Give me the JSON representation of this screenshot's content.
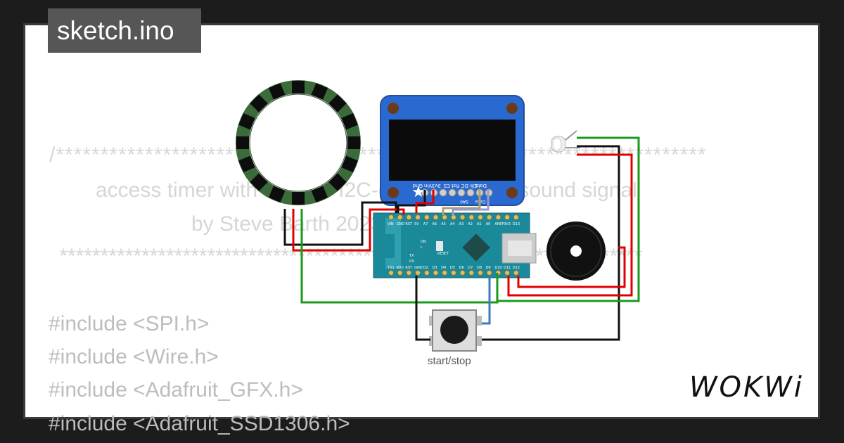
{
  "title": "sketch.ino",
  "code": {
    "line1": "/*************************************************************************",
    "line2": "access timer with 128x64 I2C-display, light & sound signal",
    "line3": "by Steve Barth 2023",
    "line4": " ***********************************************************************",
    "include1": "#include <SPI.h>",
    "include2": "#include <Wire.h>",
    "include3": "#include <Adafruit_GFX.h>",
    "include4": "#include <Adafruit_SSD1306.h>"
  },
  "components": {
    "button_label": "start/stop",
    "oled_pins": [
      "Gnd",
      "Vin",
      "3v3",
      "CS",
      "Rst",
      "DC",
      "Clk",
      "Data"
    ],
    "oled_sub_labels": [
      "SA0",
      "Data"
    ],
    "nano_top_pins": [
      "VIN",
      "GND",
      "RST",
      "5V",
      "A7",
      "A6",
      "A5",
      "A4",
      "A3",
      "A2",
      "A1",
      "A0",
      "AREF",
      "3V3",
      "D13"
    ],
    "nano_bottom_pins": [
      "TX1",
      "RX0",
      "RST",
      "GND",
      "D2",
      "D3",
      "D4",
      "D5",
      "D6",
      "D7",
      "D8",
      "D9",
      "D10",
      "D11",
      "D12"
    ],
    "nano_labels": [
      "TX",
      "RX",
      "ON",
      "L",
      "RESET"
    ]
  },
  "brand": "WOKWi",
  "colors": {
    "background": "#1c1c1c",
    "frame": "#ffffff",
    "badge": "#565656",
    "wire_red": "#e00000",
    "wire_black": "#111111",
    "wire_green": "#1a9a1a",
    "wire_blue": "#3a7abf",
    "nano_board": "#1a8a9a",
    "oled_board": "#2a6ad0",
    "ring": "#3b6b3b"
  }
}
